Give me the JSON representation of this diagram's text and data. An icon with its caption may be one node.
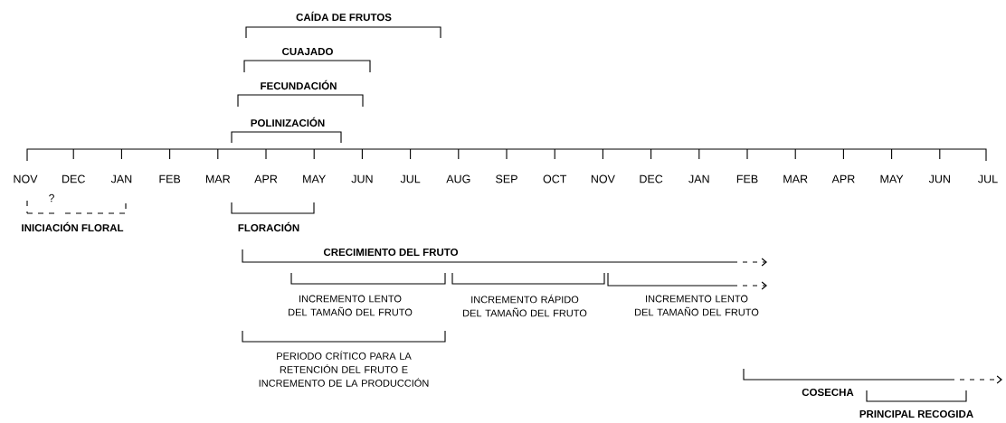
{
  "diagram": {
    "labels": [
      "CAÍDA DE FRUTOS",
      "CUAJADO",
      "FECUNDACIÓN",
      "POLINIZACIÓN",
      "NOV",
      "DEC",
      "JAN",
      "FEB",
      "MAR",
      "APR",
      "MAY",
      "JUN",
      "JUL",
      "AUG",
      "SEP",
      "OCT",
      "NOV",
      "DEC",
      "JAN",
      "FEB",
      "MAR",
      "APR",
      "MAY",
      "JUN",
      "JUL",
      "?",
      "INICIACIÓN FLORAL",
      "FLORACIÓN",
      "CRECIMIENTO DEL FRUTO",
      "INCREMENTO LENTO DEL TAMAÑO DEL FRUTO",
      "INCREMENTO RÁPIDO DEL TAMAÑO DEL FRUTO",
      "INCREMENTO LENTO DEL TAMAÑO DEL FRUTO",
      "PERIODO CRÍTICO PARA LA RETENCIÓN DEL FRUTO E INCREMENTO DE LA PRODUCCIÓN",
      "COSECHA",
      "PRINCIPAL RECOGIDA"
    ]
  }
}
